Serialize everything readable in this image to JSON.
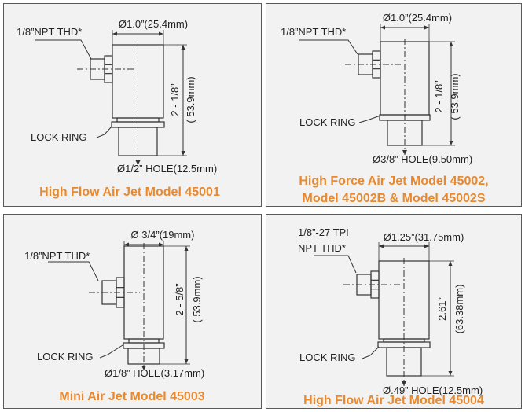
{
  "colors": {
    "title": "#e8892f",
    "line": "#333333",
    "panel_bg": "#f2f2f2"
  },
  "panels": [
    {
      "thread": "1/8”NPT THD*",
      "diameter": "Ø1.0”(25.4mm)",
      "height_in": "2 - 1/8”",
      "height_mm": "( 53.9mm)",
      "lock_ring": "LOCK RING",
      "hole": "Ø1/2” HOLE(12.5mm)",
      "title": "High Flow Air Jet Model 45001"
    },
    {
      "thread": "1/8”NPT THD*",
      "diameter": "Ø1.0”(25.4mm)",
      "height_in": "2 - 1/8”",
      "height_mm": "( 53.9mm)",
      "lock_ring": "LOCK RING",
      "hole": "Ø3/8” HOLE(9.50mm)",
      "title": "High Force Air Jet Model 45002,",
      "title2": "Model 45002B & Model 45002S"
    },
    {
      "thread": "1/8”NPT THD*",
      "diameter": "Ø 3/4”(19mm)",
      "height_in": "2 - 5/8”",
      "height_mm": "( 53.9mm)",
      "lock_ring": "LOCK RING",
      "hole": "Ø1/8” HOLE(3.17mm)",
      "title": "Mini Air Jet Model 45003"
    },
    {
      "thread": "1/8”-27 TPI",
      "thread2": "NPT THD*",
      "diameter": "Ø1.25”(31.75mm)",
      "height_in": "2.61”",
      "height_mm": "(63.38mm)",
      "lock_ring": "LOCK RING",
      "hole": "Ø.49” HOLE(12.5mm)",
      "title": "High Flow Air Jet Model 45004"
    }
  ]
}
